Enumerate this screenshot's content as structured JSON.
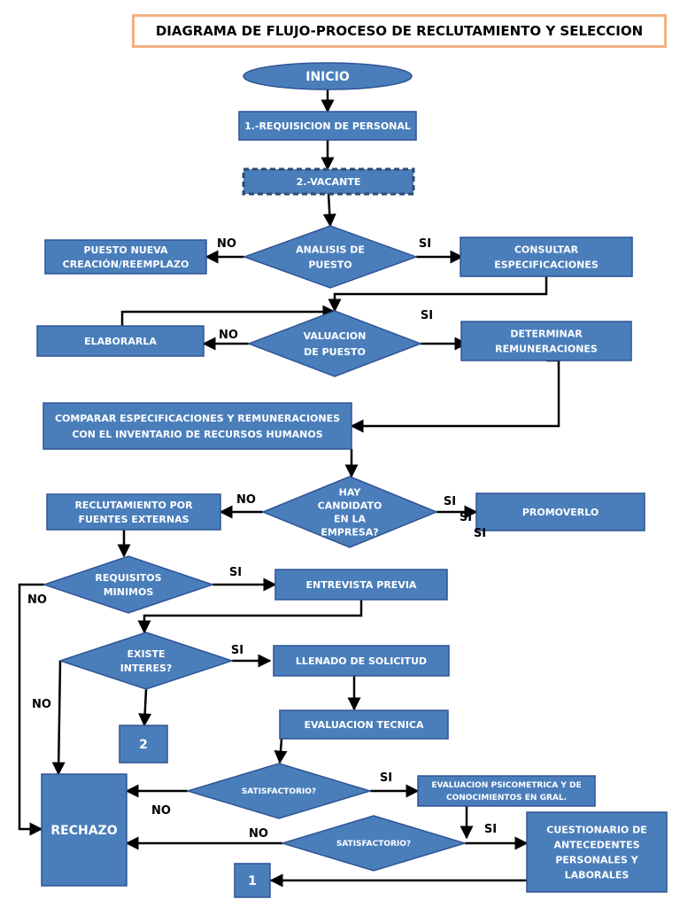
{
  "title": "DIAGRAMA DE FLUJO-PROCESO DE RECLUTAMIENTO Y SELECCION",
  "colors": {
    "fill": "#4a7ebb",
    "stroke": "#2f5496",
    "title_border": "#f4b183"
  },
  "nodes": {
    "inicio": [
      "INICIO"
    ],
    "requisicion": [
      "1.-REQUISICION DE PERSONAL"
    ],
    "vacante": [
      "2.-VACANTE"
    ],
    "analisis": [
      "ANALISIS DE",
      "PUESTO"
    ],
    "puesto_nueva": [
      "PUESTO NUEVA",
      "CREACIÓN/REEMPLAZO"
    ],
    "consultar": [
      "CONSULTAR",
      "ESPECIFICACIONES"
    ],
    "elaborarla": [
      "ELABORARLA"
    ],
    "valuacion": [
      "VALUACION",
      "DE PUESTO"
    ],
    "determinar": [
      "DETERMINAR",
      "REMUNERACIONES"
    ],
    "comparar": [
      "COMPARAR ESPECIFICACIONES Y REMUNERACIONES",
      "CON EL INVENTARIO DE RECURSOS HUMANOS"
    ],
    "hay_candidato": [
      "HAY",
      "CANDIDATO",
      "EN LA",
      "EMPRESA?"
    ],
    "reclutamiento": [
      "RECLUTAMIENTO POR",
      "FUENTES EXTERNAS"
    ],
    "promoverlo": [
      "PROMOVERLO"
    ],
    "requisitos": [
      "REQUISITOS",
      "MINIMOS"
    ],
    "entrevista": [
      "ENTREVISTA PREVIA"
    ],
    "existe": [
      "EXISTE",
      "INTERES?"
    ],
    "llenado": [
      "LLENADO DE SOLICITUD"
    ],
    "evaluacion_tecnica": [
      "EVALUACION TECNICA"
    ],
    "dos": [
      "2"
    ],
    "satisf1": [
      "SATISFACTORIO?"
    ],
    "evaluacion_psico": [
      "EVALUACION PSICOMETRICA Y DE",
      "CONOCIMIENTOS EN GRAL."
    ],
    "rechazo": [
      "RECHAZO"
    ],
    "satisf2": [
      "SATISFACTORIO?"
    ],
    "cuestionario": [
      "CUESTIONARIO DE",
      "ANTECEDENTES",
      "PERSONALES Y",
      "LABORALES"
    ],
    "uno": [
      "1"
    ]
  },
  "edge_labels": {
    "no1": "NO",
    "si1": "SI",
    "si2": "SI",
    "no2": "NO",
    "no3": "NO",
    "si3a": "SI",
    "si3b": "SI",
    "si3c": "SI",
    "si4": "SI",
    "no4": "NO",
    "si5": "SI",
    "no5": "NO",
    "si6": "SI",
    "no6": "NO",
    "si7": "SI",
    "no7": "NO"
  }
}
